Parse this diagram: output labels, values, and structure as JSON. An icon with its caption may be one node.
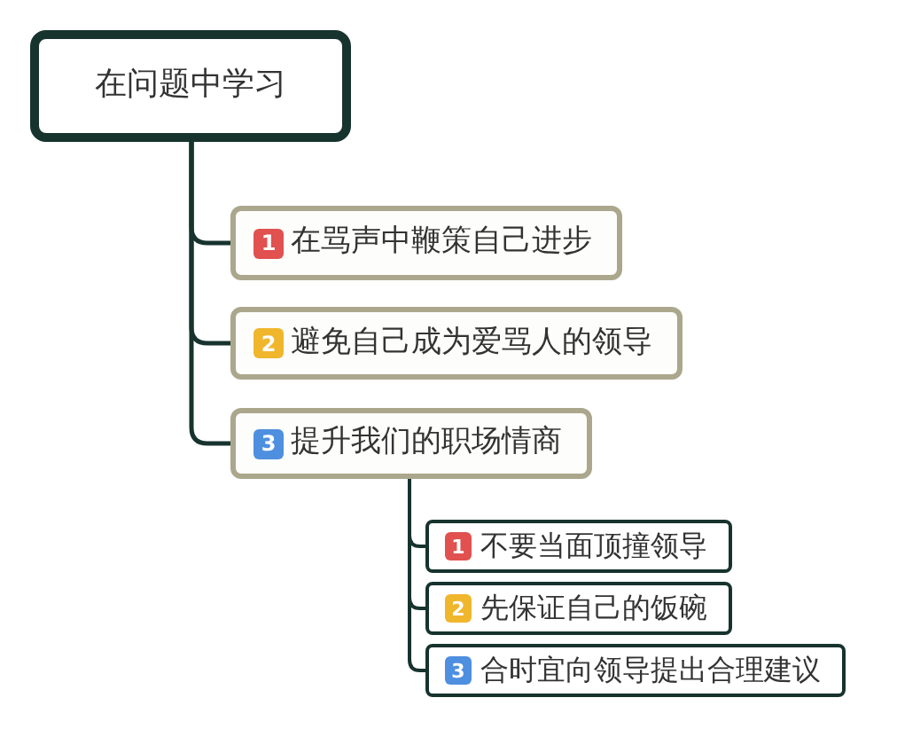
{
  "diagram": {
    "nodes": [
      {
        "text": [
          "在问题中学习"
        ]
      },
      {
        "text": [
          "1",
          "在骂声中鞭策自己进步"
        ]
      },
      {
        "text": [
          "2",
          "避免自己成为爱骂人的领导"
        ]
      },
      {
        "text": [
          "3",
          "提升我们的职场情商"
        ]
      },
      {
        "text": [
          "1",
          "不要当面顶撞领导"
        ]
      },
      {
        "text": [
          "2",
          "先保证自己的饭碗"
        ]
      },
      {
        "text": [
          "3",
          "合时宜向领导提出合理建议"
        ]
      }
    ],
    "edges": [
      {
        "from": 0,
        "to": 1,
        "arrow": "none"
      },
      {
        "from": 0,
        "to": 2,
        "arrow": "none"
      },
      {
        "from": 0,
        "to": 3,
        "arrow": "none"
      },
      {
        "from": 3,
        "to": 4,
        "arrow": "none"
      },
      {
        "from": 3,
        "to": 5,
        "arrow": "none"
      },
      {
        "from": 3,
        "to": 6,
        "arrow": "none"
      }
    ]
  }
}
